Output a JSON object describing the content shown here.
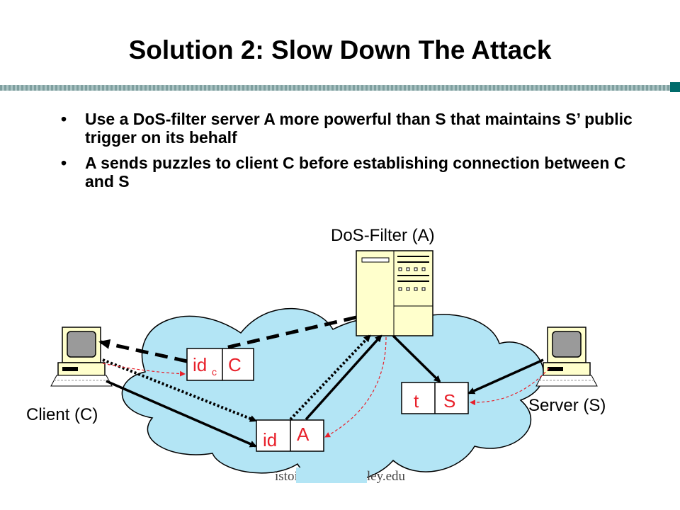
{
  "slide": {
    "title": "Solution 2: Slow Down The Attack",
    "bullets": [
      {
        "marker": "•",
        "text": "Use a DoS-filter server A more powerful than S that maintains S’ public trigger on its behalf"
      },
      {
        "marker": "•",
        "text": "A sends puzzles to client C before establishing connection between C and S"
      }
    ]
  },
  "diagram": {
    "filter_label": "DoS-Filter (A)",
    "client_label": "Client (C)",
    "server_label": "Server (S)",
    "trigger_client": {
      "id": "id",
      "sub": "c",
      "target": "C"
    },
    "trigger_public": {
      "id": "id",
      "target": "A"
    },
    "trigger_server": {
      "id": "t",
      "target": "S"
    },
    "footer": "istoica@cs.berkeley.edu",
    "colors": {
      "cloud": "#b3e5f5",
      "label_red": "#e8202a",
      "server_tower": "#ffffcc",
      "rule_dark": "#006b6b"
    }
  }
}
